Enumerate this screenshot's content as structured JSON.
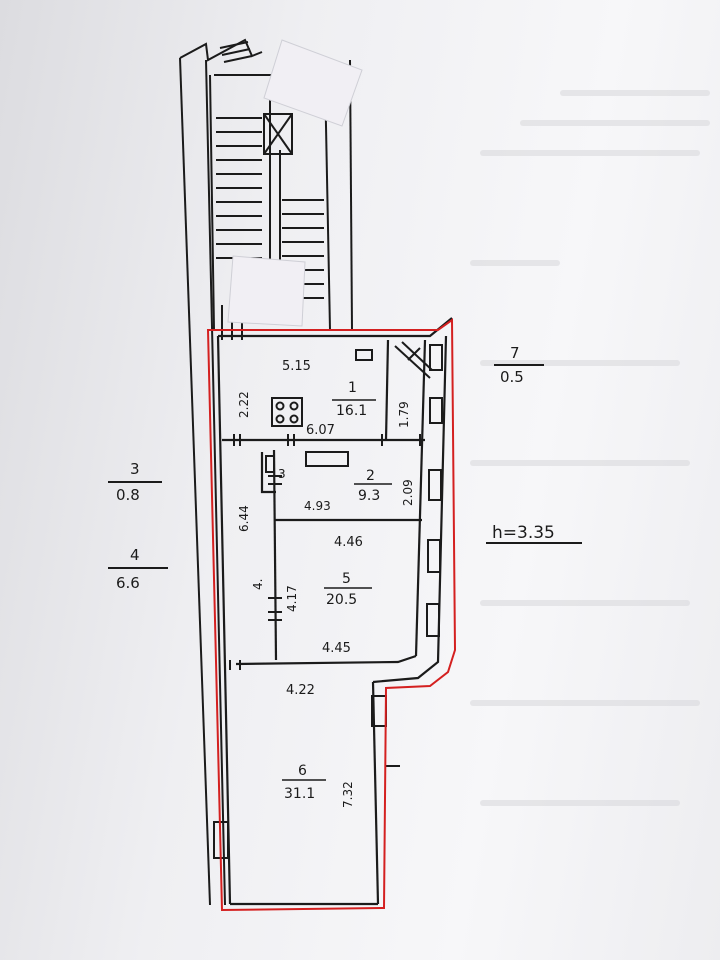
{
  "plan": {
    "ceiling_height": "h=3.35",
    "rooms": [
      {
        "number": "1",
        "area": "16.1"
      },
      {
        "number": "2",
        "area": "9.3"
      },
      {
        "number": "3",
        "area": ""
      },
      {
        "number": "5",
        "area": "20.5"
      },
      {
        "number": "6",
        "area": "31.1"
      }
    ],
    "outside": [
      {
        "number": "7",
        "area": "0.5"
      },
      {
        "number": "3",
        "area": "0.8"
      },
      {
        "number": "4",
        "area": "6.6"
      }
    ],
    "dimensions": {
      "d515": "5.15",
      "d222": "2.22",
      "d179": "1.79",
      "d607": "6.07",
      "d209": "2.09",
      "d644": "6.44",
      "d493": "4.93",
      "d446": "4.46",
      "d4": "4.",
      "d417": "4.17",
      "d445": "4.45",
      "d422": "4.22",
      "d732": "7.32"
    },
    "colors": {
      "ink": "#1b1b1b",
      "boundary": "#d42020",
      "paper": "#f3f3f5"
    }
  }
}
